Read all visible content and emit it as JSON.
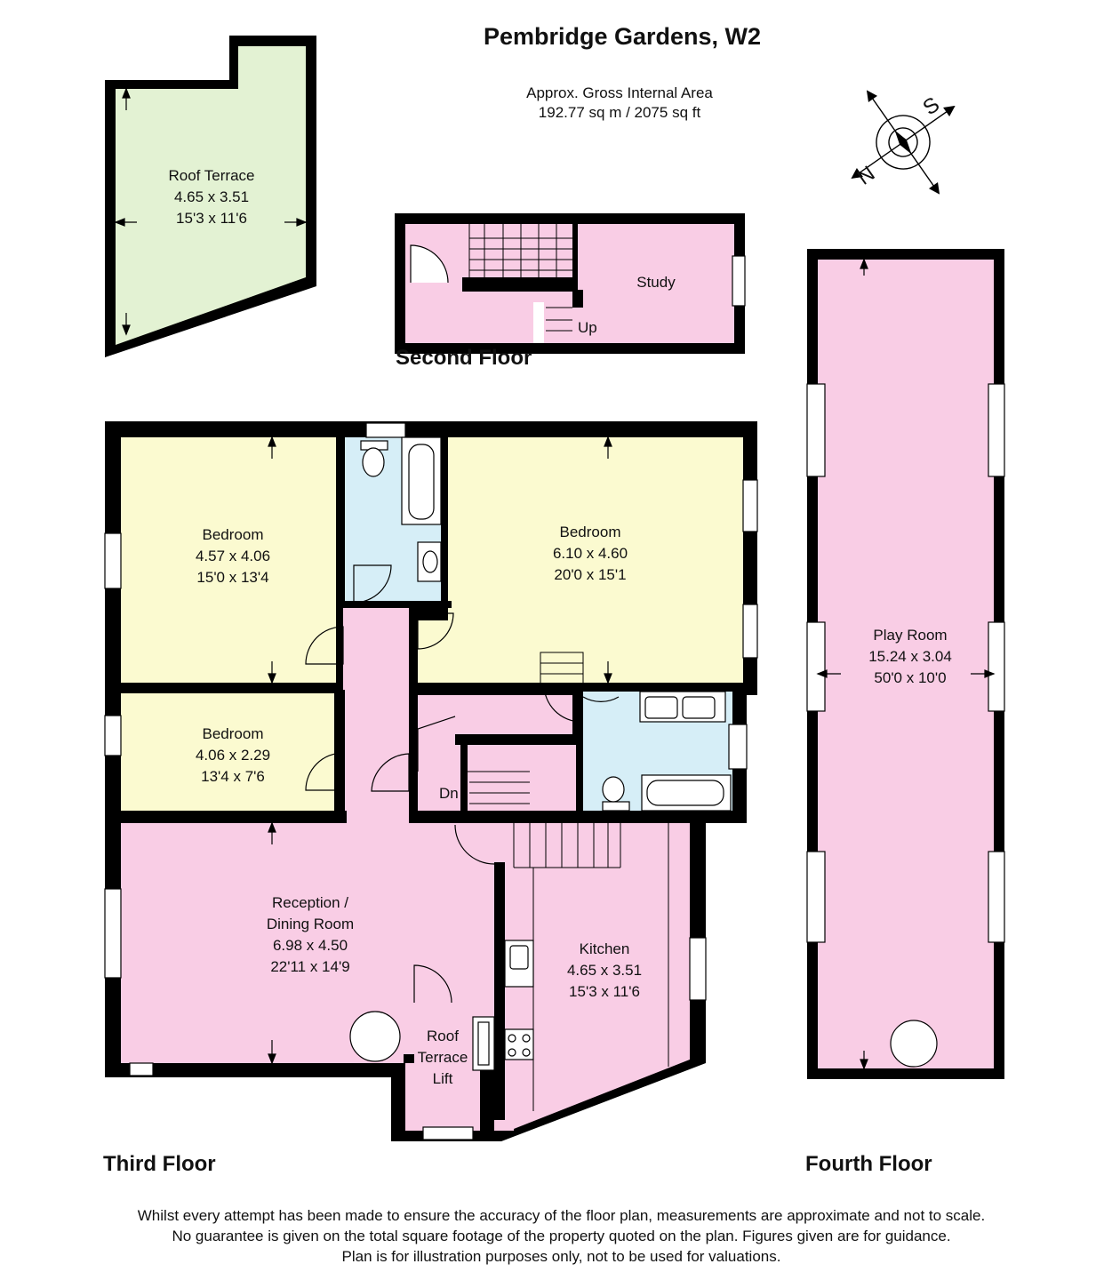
{
  "title": "Pembridge Gardens, W2",
  "area": {
    "label": "Approx. Gross Internal Area",
    "value": "192.77 sq m / 2075 sq ft"
  },
  "compass": {
    "letters": [
      "S",
      "N"
    ]
  },
  "floors": {
    "second": "Second Floor",
    "third": "Third Floor",
    "fourth": "Fourth Floor"
  },
  "rooms": {
    "roof_terrace": {
      "name": "Roof Terrace",
      "metric": "4.65 x 3.51",
      "imperial": "15'3 x 11'6"
    },
    "study": {
      "name": "Study"
    },
    "bedroom1": {
      "name": "Bedroom",
      "metric": "4.57 x 4.06",
      "imperial": "15'0 x 13'4"
    },
    "bedroom2": {
      "name": "Bedroom",
      "metric": "6.10 x 4.60",
      "imperial": "20'0 x 15'1"
    },
    "bedroom3": {
      "name": "Bedroom",
      "metric": "4.06 x 2.29",
      "imperial": "13'4 x 7'6"
    },
    "reception": {
      "name_line1": "Reception /",
      "name_line2": "Dining Room",
      "metric": "6.98 x 4.50",
      "imperial": "22'11 x 14'9"
    },
    "kitchen": {
      "name": "Kitchen",
      "metric": "4.65 x 3.51",
      "imperial": "15'3 x 11'6"
    },
    "play_room": {
      "name": "Play Room",
      "metric": "15.24 x 3.04",
      "imperial": "50'0 x 10'0"
    },
    "lift": {
      "line1": "Roof",
      "line2": "Terrace",
      "line3": "Lift"
    }
  },
  "stair_labels": {
    "up": "Up",
    "down": "Dn"
  },
  "disclaimer": [
    "Whilst every attempt has been made to ensure the accuracy of the floor plan, measurements are approximate and not to scale.",
    "No guarantee is given on the total square footage of the property quoted on the plan. Figures given are for guidance.",
    "Plan is for illustration purposes only, not to be used for valuations."
  ],
  "colors": {
    "pink": "#f9cde5",
    "yellow": "#fbfad0",
    "green": "#e3f2d3",
    "blue": "#d6eef7",
    "wall": "#000000"
  }
}
